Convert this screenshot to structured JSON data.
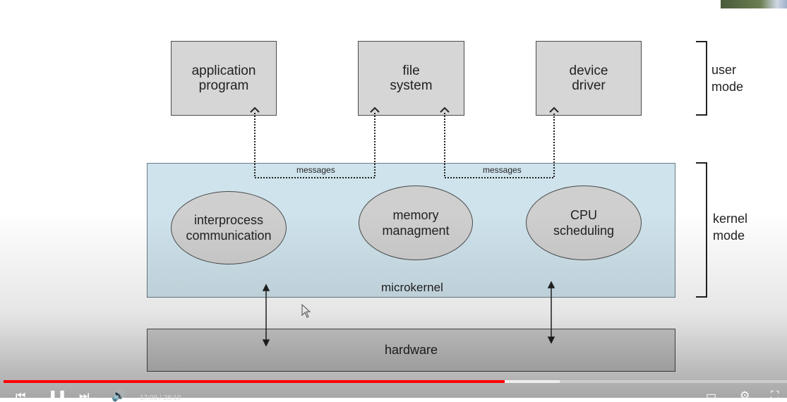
{
  "diagram": {
    "user_boxes": [
      {
        "label": "application\nprogram"
      },
      {
        "label": "file\nsystem"
      },
      {
        "label": "device\ndriver"
      }
    ],
    "user_mode_label": "user\nmode",
    "kernel_mode_label": "kernel\nmode",
    "messages_left": "messages",
    "messages_right": "messages",
    "ellipses": [
      {
        "label": "interprocess\ncommunication"
      },
      {
        "label": "memory\nmanagment"
      },
      {
        "label": "CPU\nscheduling"
      }
    ],
    "kernel_label": "microkernel",
    "hardware_label": "hardware"
  },
  "player": {
    "progress_fraction": 0.64,
    "buffered_fraction": 0.71,
    "time_display": "17:09 / 28:10"
  },
  "colors": {
    "box_fill": "#d6d6d6",
    "kernel_fill": "#cfe3ec",
    "progress": "#ff0000"
  },
  "icons": [
    "previous-icon",
    "pause-icon",
    "next-icon",
    "volume-icon",
    "subtitles-icon",
    "settings-icon",
    "fullscreen-icon"
  ]
}
